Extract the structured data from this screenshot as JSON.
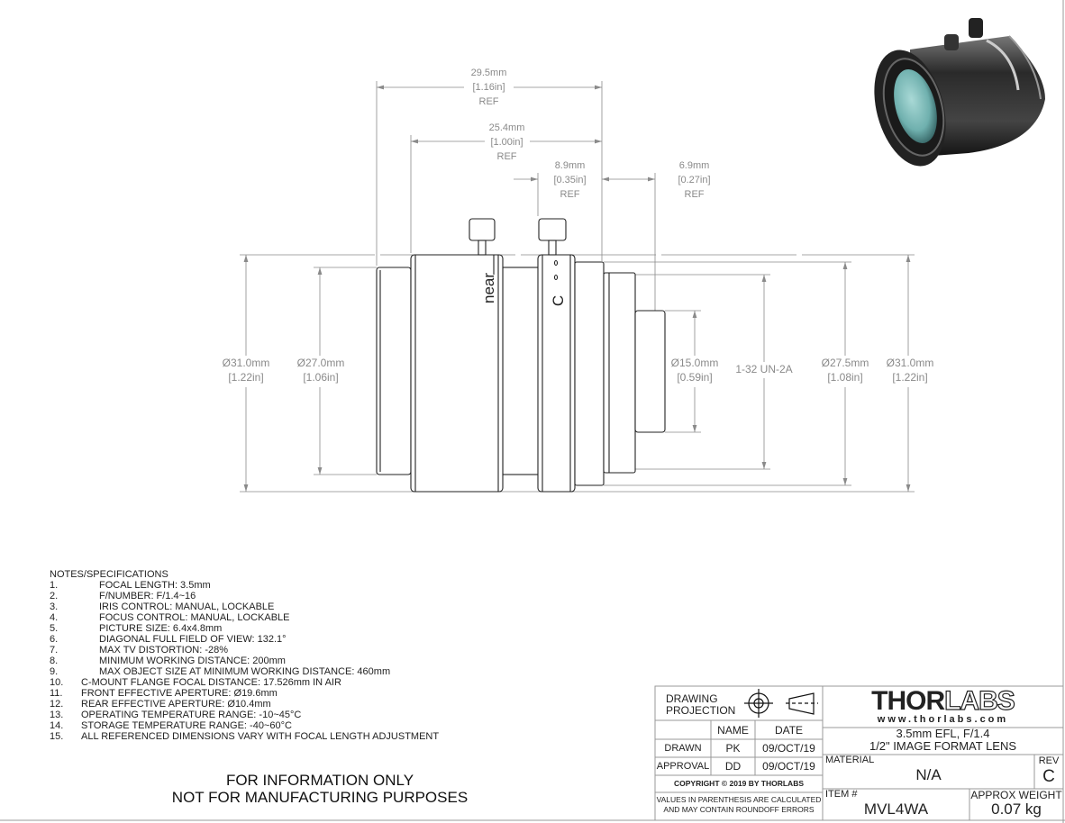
{
  "dimensions": {
    "overall_length": {
      "mm": "29.5mm",
      "in": "[1.16in]",
      "note": "REF"
    },
    "body_length": {
      "mm": "25.4mm",
      "in": "[1.00in]",
      "note": "REF"
    },
    "iris_ring": {
      "mm": "8.9mm",
      "in": "[0.35in]",
      "note": "REF"
    },
    "rear_length": {
      "mm": "6.9mm",
      "in": "[0.27in]",
      "note": "REF"
    },
    "front_outer_dia": {
      "mm": "Ø31.0mm",
      "in": "[1.22in]"
    },
    "front_inner_dia": {
      "mm": "Ø27.0mm",
      "in": "[1.06in]"
    },
    "rear_dia": {
      "mm": "Ø15.0mm",
      "in": "[0.59in]"
    },
    "thread": "1-32 UN-2A",
    "mount_dia": {
      "mm": "Ø27.5mm",
      "in": "[1.08in]"
    },
    "rear_outer_dia": {
      "mm": "Ø31.0mm",
      "in": "[1.22in]"
    }
  },
  "lens_markings": {
    "focus": "near",
    "iris": "C"
  },
  "notes": {
    "title": "NOTES/SPECIFICATIONS",
    "items": [
      {
        "n": "1.",
        "text": "FOCAL LENGTH: 3.5mm"
      },
      {
        "n": "2.",
        "text": "F/NUMBER: F/1.4~16"
      },
      {
        "n": "3.",
        "text": "IRIS CONTROL: MANUAL, LOCKABLE"
      },
      {
        "n": "4.",
        "text": "FOCUS CONTROL: MANUAL, LOCKABLE"
      },
      {
        "n": "5.",
        "text": "PICTURE SIZE: 6.4x4.8mm"
      },
      {
        "n": "6.",
        "text": "DIAGONAL FULL FIELD OF VIEW: 132.1°"
      },
      {
        "n": "7.",
        "text": "MAX TV DISTORTION: -28%"
      },
      {
        "n": "8.",
        "text": "MINIMUM WORKING DISTANCE: 200mm"
      },
      {
        "n": "9.",
        "text": "MAX OBJECT SIZE AT MINIMUM WORKING DISTANCE: 460mm"
      },
      {
        "n": "10.",
        "text": "C-MOUNT FLANGE FOCAL DISTANCE: 17.526mm IN AIR"
      },
      {
        "n": "11.",
        "text": "FRONT EFFECTIVE APERTURE: Ø19.6mm"
      },
      {
        "n": "12.",
        "text": "REAR EFFECTIVE APERTURE: Ø10.4mm"
      },
      {
        "n": "13.",
        "text": "OPERATING TEMPERATURE RANGE: -10~45°C"
      },
      {
        "n": "14.",
        "text": "STORAGE TEMPERATURE RANGE: -40~60°C"
      },
      {
        "n": "15.",
        "text": "ALL REFERENCED DIMENSIONS VARY WITH FOCAL LENGTH ADJUSTMENT"
      }
    ]
  },
  "disclaimer": {
    "line1": "FOR INFORMATION ONLY",
    "line2": "NOT FOR MANUFACTURING PURPOSES"
  },
  "title_block": {
    "projection_label_1": "DRAWING",
    "projection_label_2": "PROJECTION",
    "col_name": "NAME",
    "col_date": "DATE",
    "drawn_label": "DRAWN",
    "drawn_name": "PK",
    "drawn_date": "09/OCT/19",
    "approval_label": "APPROVAL",
    "approval_name": "DD",
    "approval_date": "09/OCT/19",
    "copyright": "COPYRIGHT © 2019 BY THORLABS",
    "values_note_1": "VALUES IN PARENTHESIS ARE CALCULATED",
    "values_note_2": "AND MAY CONTAIN ROUNDOFF ERRORS",
    "logo_thor": "THOR",
    "logo_labs": "LABS",
    "website": "www.thorlabs.com",
    "title_1": "3.5mm EFL, F/1.4",
    "title_2": "1/2\" IMAGE FORMAT LENS",
    "material_label": "MATERIAL",
    "material": "N/A",
    "rev_label": "REV",
    "rev": "C",
    "item_label": "ITEM #",
    "item": "MVL4WA",
    "weight_label": "APPROX WEIGHT",
    "weight": "0.07 kg"
  }
}
